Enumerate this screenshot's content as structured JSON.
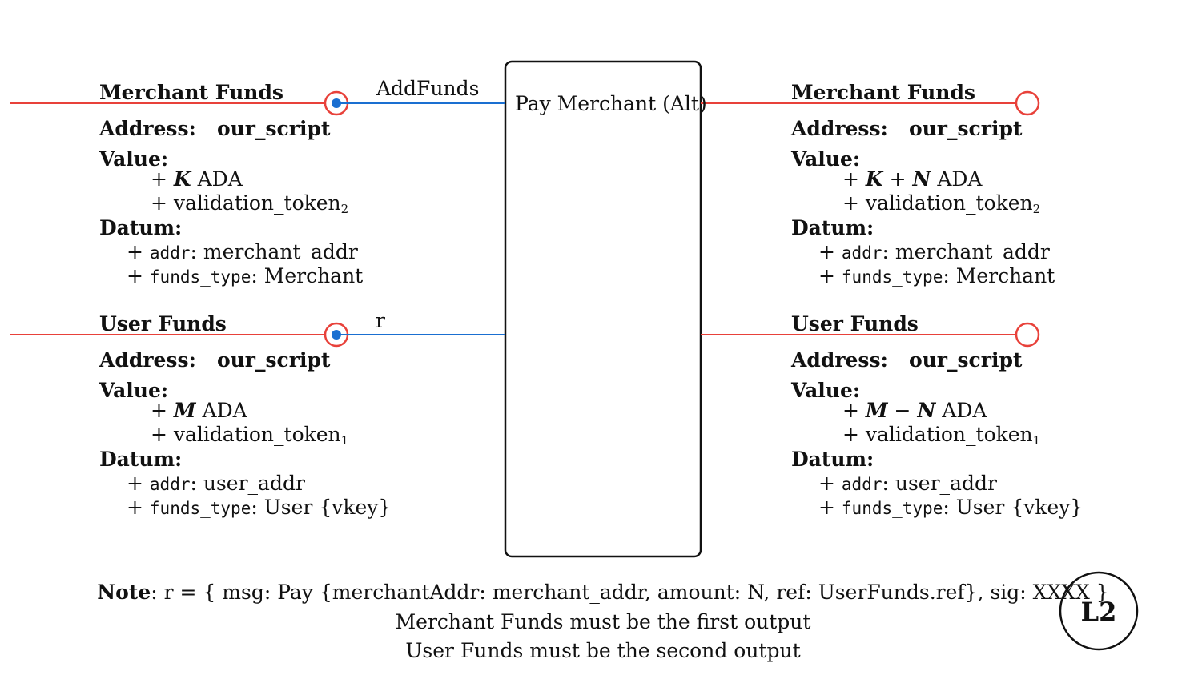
{
  "transaction": {
    "title": "Pay Merchant (Alt)"
  },
  "redeemers": {
    "merchant": "AddFunds",
    "user": "r"
  },
  "inputs": [
    {
      "title": "Merchant Funds",
      "address_label": "Address:",
      "address": "our_script",
      "value_label": "Value:",
      "value_plus1": "+",
      "value_var": "K",
      "value_unit": "ADA",
      "token_line": "+ validation_token",
      "token_sub": "2",
      "datum_label": "Datum:",
      "datum_rows": [
        {
          "prefix": "+",
          "key": "addr",
          "sep": ":",
          "val": "merchant_addr"
        },
        {
          "prefix": "+",
          "key": "funds_type",
          "sep": ":",
          "val": "Merchant"
        }
      ]
    },
    {
      "title": "User Funds",
      "address_label": "Address:",
      "address": "our_script",
      "value_label": "Value:",
      "value_plus1": "+",
      "value_var": "M",
      "value_unit": "ADA",
      "token_line": "+ validation_token",
      "token_sub": "1",
      "datum_label": "Datum:",
      "datum_rows": [
        {
          "prefix": "+",
          "key": "addr",
          "sep": ":",
          "val": "user_addr"
        },
        {
          "prefix": "+",
          "key": "funds_type",
          "sep": ":",
          "val": "User {vkey}"
        }
      ]
    }
  ],
  "outputs": [
    {
      "title": "Merchant Funds",
      "address_label": "Address:",
      "address": "our_script",
      "value_label": "Value:",
      "value_plus1": "+",
      "value_var1": "K",
      "value_op": "+",
      "value_var2": "N",
      "value_unit": "ADA",
      "token_line": "+ validation_token",
      "token_sub": "2",
      "datum_label": "Datum:",
      "datum_rows": [
        {
          "prefix": "+",
          "key": "addr",
          "sep": ":",
          "val": "merchant_addr"
        },
        {
          "prefix": "+",
          "key": "funds_type",
          "sep": ":",
          "val": "Merchant"
        }
      ]
    },
    {
      "title": "User Funds",
      "address_label": "Address:",
      "address": "our_script",
      "value_label": "Value:",
      "value_plus1": "+",
      "value_var1": "M",
      "value_op": "−",
      "value_var2": "N",
      "value_unit": "ADA",
      "token_line": "+ validation_token",
      "token_sub": "1",
      "datum_label": "Datum:",
      "datum_rows": [
        {
          "prefix": "+",
          "key": "addr",
          "sep": ":",
          "val": "user_addr"
        },
        {
          "prefix": "+",
          "key": "funds_type",
          "sep": ":",
          "val": "User {vkey}"
        }
      ]
    }
  ],
  "note": {
    "label": "Note",
    "line1": ": r = { msg: Pay {merchantAddr: merchant_addr, amount: N, ref: UserFunds.ref}, sig: XXXX }",
    "line2": "Merchant Funds must be the first output",
    "line3": "User Funds must be the second output"
  },
  "badge": "L2",
  "colors": {
    "utxo_line": "#e8413a",
    "redeemer_line": "#1a6fd1",
    "box": "#111111"
  }
}
